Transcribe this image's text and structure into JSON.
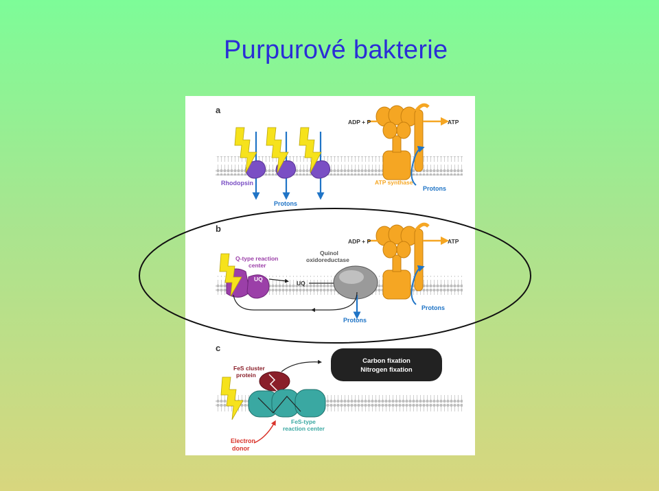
{
  "slide": {
    "title": "Purpurové bakterie",
    "background_top": "#7dfc98",
    "background_bottom": "#d8d67e",
    "title_color": "#2a2ed6"
  },
  "figure": {
    "panel_a": {
      "letter": "a",
      "rhodopsin_label": "Rhodopsin",
      "protons_bottom_label": "Protons",
      "adp_label": "ADP + P",
      "atp_label": "ATP",
      "atp_synthase_label": "ATP synthase",
      "protons_right_label": "Protons"
    },
    "panel_b": {
      "letter": "b",
      "reaction_center_line1": "Q-type reaction",
      "reaction_center_line2": "center",
      "uq_label_1": "UQ",
      "uq_label_2": "UQ",
      "quinol_line1": "Quinol",
      "quinol_line2": "oxidoreductase",
      "adp_label": "ADP + P",
      "atp_label": "ATP",
      "protons_bottom_label": "Protons",
      "protons_right_label": "Protons"
    },
    "panel_c": {
      "letter": "c",
      "fes_cluster_line1": "FeS cluster",
      "fes_cluster_line2": "protein",
      "fixation_line1": "Carbon fixation",
      "fixation_line2": "Nitrogen fixation",
      "fes_rc_line1": "FeS-type",
      "fes_rc_line2": "reaction center",
      "donor_line1": "Electron",
      "donor_line2": "donor"
    },
    "colors": {
      "proton_arrow": "#1f74c6",
      "atp_synthase": "#f5a623",
      "rhodopsin": "#7a4fc4",
      "qtype_rc": "#9b3fa8",
      "quinol": "#9a9a9a",
      "fes_rc": "#3aa8a2",
      "fes_cluster": "#8a1f2a",
      "lightning": "#f6e21c",
      "electron_donor": "#d9342b"
    }
  }
}
